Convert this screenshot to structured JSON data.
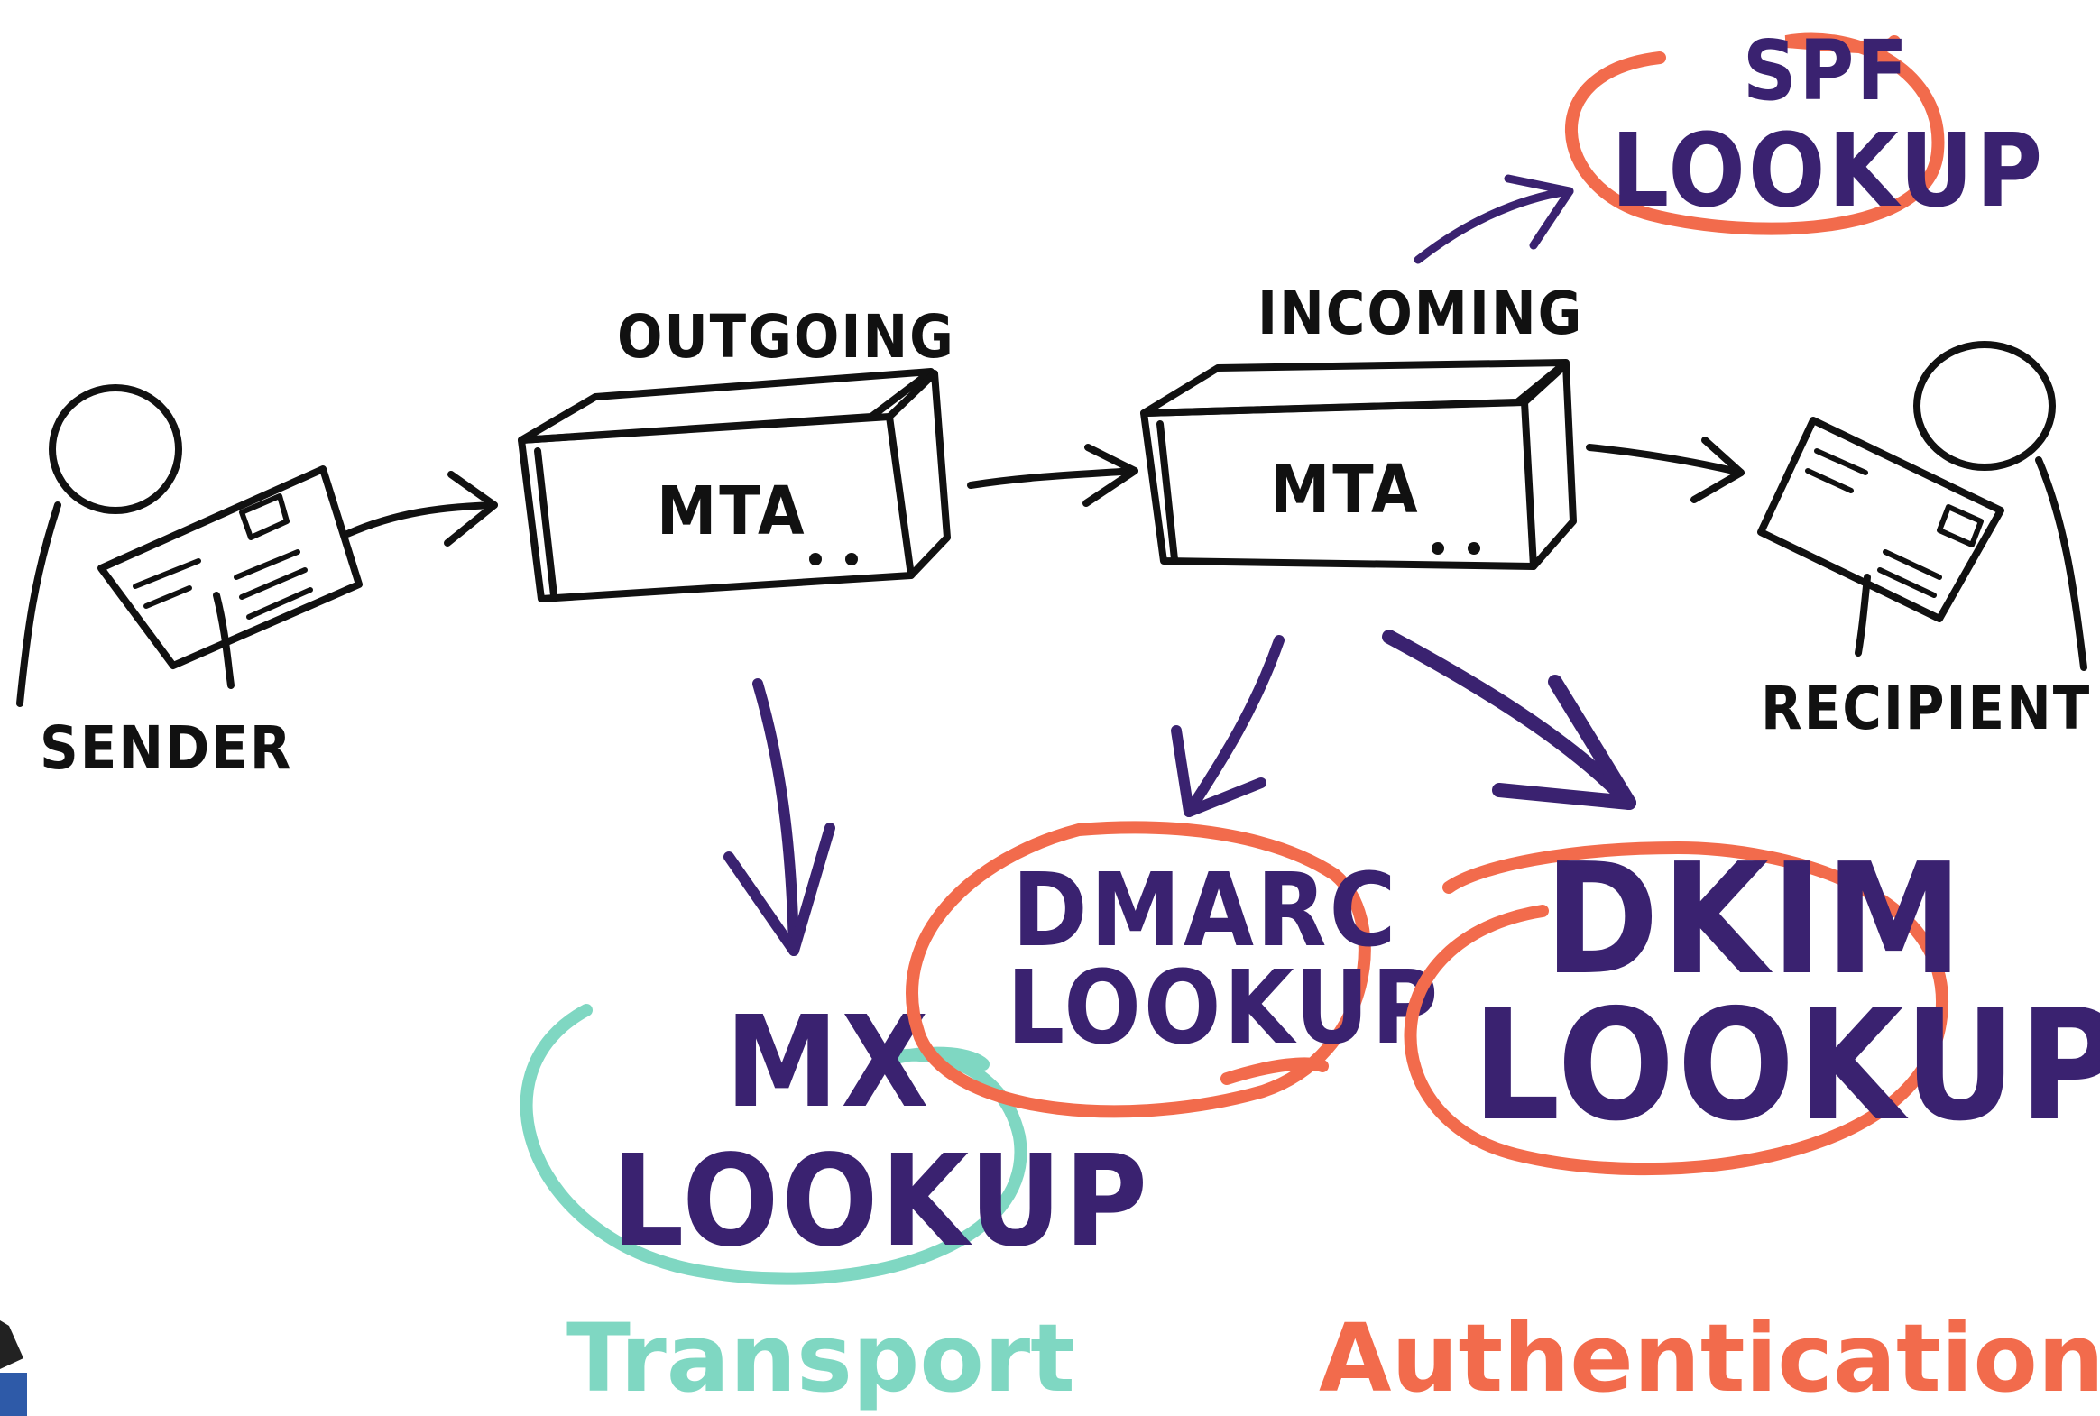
{
  "colors": {
    "ink": "#111111",
    "purple": "#3a2270",
    "orange": "#f26b4c",
    "teal": "#7fd7c2"
  },
  "nodes": {
    "sender": "SENDER",
    "recipient": "RECIPIENT",
    "outgoing_label": "OUTGOING",
    "incoming_label": "INCOMING",
    "outgoing_mta": "MTA",
    "incoming_mta": "MTA"
  },
  "lookups": {
    "spf": [
      "SPF",
      "LOOKUP"
    ],
    "dmarc": [
      "DMARC",
      "LOOKUP"
    ],
    "dkim": [
      "DKIM",
      "LOOKUP"
    ],
    "mx": [
      "MX",
      "LOOKUP"
    ]
  },
  "captions": {
    "transport": "Transport",
    "authentication": "Authentication"
  }
}
